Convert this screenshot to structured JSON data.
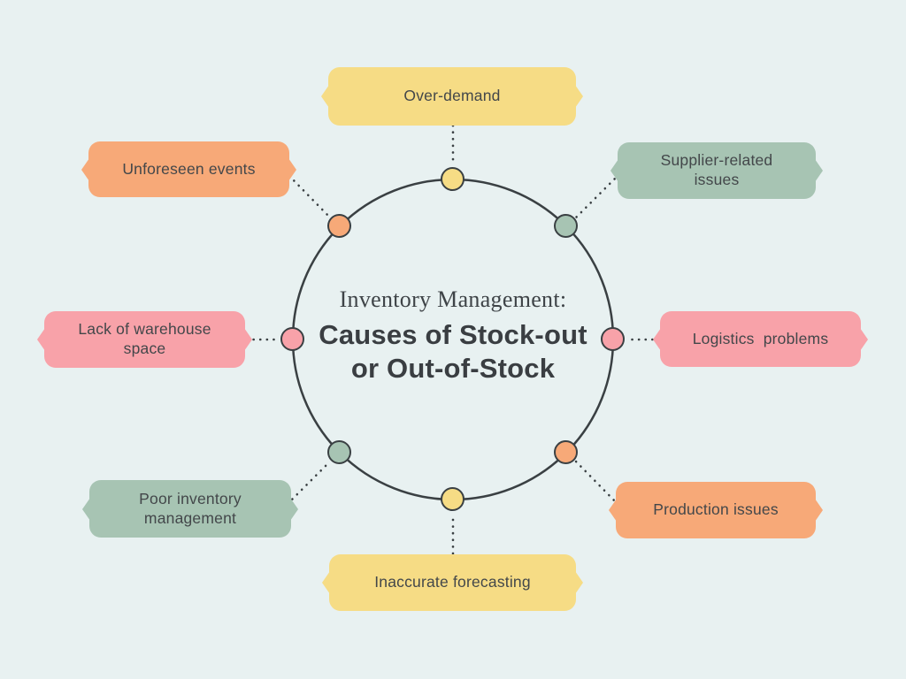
{
  "background_color": "#e8f1f1",
  "outline_color": "#3a4043",
  "center": {
    "subtitle": "Inventory Management:",
    "title_line1": "Causes of Stock-out",
    "title_line2": "or Out-of-Stock"
  },
  "palette": {
    "yellow": "#f6dc85",
    "green": "#a7c4b3",
    "pink": "#f8a2a9",
    "orange": "#f7a978"
  },
  "causes": [
    {
      "label": "Over-demand",
      "color": "#f6dc85",
      "position": "top"
    },
    {
      "label": "Supplier-related issues",
      "color": "#a7c4b3",
      "position": "top-right"
    },
    {
      "label": "Logistics  problems",
      "color": "#f8a2a9",
      "position": "right"
    },
    {
      "label": "Production issues",
      "color": "#f7a978",
      "position": "bottom-right"
    },
    {
      "label": "Inaccurate forecasting",
      "color": "#f6dc85",
      "position": "bottom"
    },
    {
      "label": "Poor inventory management",
      "color": "#a7c4b3",
      "position": "bottom-left"
    },
    {
      "label": "Lack of warehouse space",
      "color": "#f8a2a9",
      "position": "left"
    },
    {
      "label": "Unforeseen events",
      "color": "#f7a978",
      "position": "top-left"
    }
  ]
}
